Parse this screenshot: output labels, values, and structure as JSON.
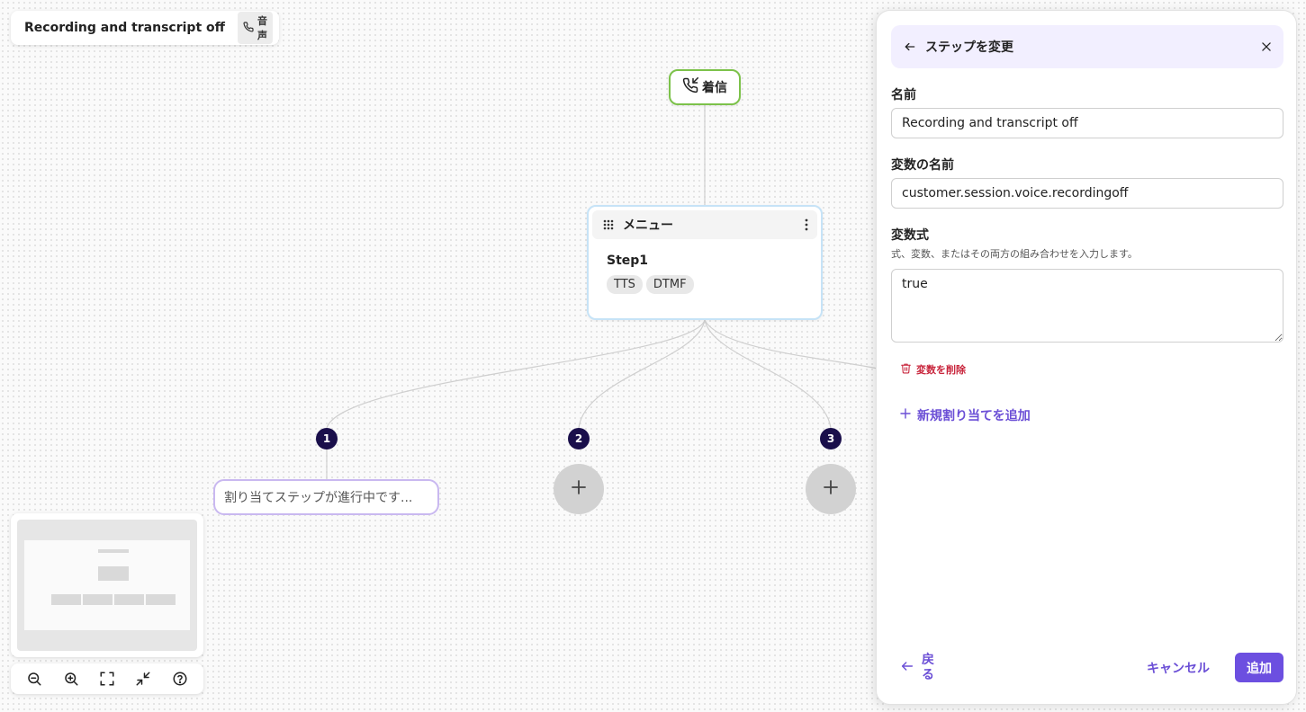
{
  "flow": {
    "title": "Recording and transcript off",
    "channel_label": "音声"
  },
  "canvas": {
    "incoming_label": "着信",
    "menu_node": {
      "header_label": "メニュー",
      "step_label": "Step1",
      "tags": [
        "TTS",
        "DTMF"
      ]
    },
    "branch_badges": [
      "1",
      "2",
      "3"
    ],
    "assign_node_label": "割り当てステップが進行中です..."
  },
  "panel": {
    "title": "ステップを変更",
    "name_label": "名前",
    "name_value": "Recording and transcript off",
    "var_name_label": "変数の名前",
    "var_name_value": "customer.session.voice.recordingoff",
    "expr_label": "変数式",
    "expr_hint": "式、変数、またはその両方の組み合わせを入力します。",
    "expr_value": "true",
    "delete_label": "変数を削除",
    "add_assign_label": "新規割り当てを追加",
    "back_label": "戻る",
    "cancel_label": "キャンセル",
    "submit_label": "追加"
  },
  "icons": {
    "phone": "phone-icon",
    "incoming_call": "phone-incoming-icon",
    "grid": "grip-icon",
    "more": "more-vertical-icon",
    "plus": "plus-icon",
    "arrow_left": "arrow-left-icon",
    "close": "close-icon",
    "trash": "trash-icon",
    "zoom_out": "zoom-out-icon",
    "zoom_in": "zoom-in-icon",
    "fit": "fit-view-icon",
    "collapse": "collapse-icon",
    "help": "help-icon"
  },
  "colors": {
    "accent": "#6c4fe0",
    "incoming_border": "#7cc24a",
    "menu_border": "#c6e3f7",
    "assign_border": "#c9b8f0",
    "badge": "#1a0f4b",
    "danger": "#c8243b"
  }
}
